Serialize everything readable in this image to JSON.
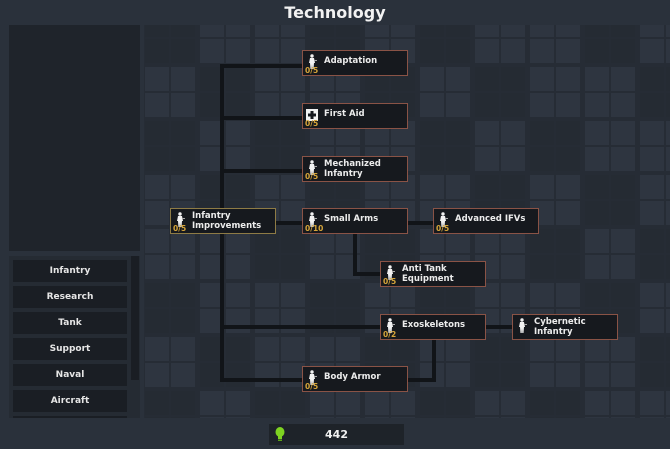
{
  "header": {
    "title": "Technology"
  },
  "sidebar": {
    "categories": [
      {
        "label": "Infantry"
      },
      {
        "label": "Research"
      },
      {
        "label": "Tank"
      },
      {
        "label": "Support"
      },
      {
        "label": "Naval"
      },
      {
        "label": "Aircraft"
      }
    ]
  },
  "tech_tree": {
    "nodes": [
      {
        "id": "infantry-improvements",
        "label": "Infantry\nImprovements",
        "progress": "0/5",
        "icon": "soldier-icon",
        "root": true
      },
      {
        "id": "adaptation",
        "label": "Adaptation",
        "progress": "0/5",
        "icon": "soldier-icon"
      },
      {
        "id": "first-aid",
        "label": "First Aid",
        "progress": "0/5",
        "icon": "medkit-icon"
      },
      {
        "id": "mechanized-infantry",
        "label": "Mechanized\nInfantry",
        "progress": "0/5",
        "icon": "soldier-icon"
      },
      {
        "id": "small-arms",
        "label": "Small Arms",
        "progress": "0/10",
        "icon": "soldier-icon"
      },
      {
        "id": "advanced-ifvs",
        "label": "Advanced IFVs",
        "progress": "0/5",
        "icon": "soldier-icon"
      },
      {
        "id": "anti-tank-equipment",
        "label": "Anti Tank\nEquipment",
        "progress": "0/5",
        "icon": "soldier-icon"
      },
      {
        "id": "exoskeletons",
        "label": "Exoskeletons",
        "progress": "0/2",
        "icon": "soldier-icon"
      },
      {
        "id": "cybernetic-infantry",
        "label": "Cybernetic\nInfantry",
        "progress": "",
        "icon": "soldier-icon"
      },
      {
        "id": "body-armor",
        "label": "Body Armor",
        "progress": "0/5",
        "icon": "soldier-icon"
      }
    ]
  },
  "footer": {
    "research_points": "442",
    "icon": "lightbulb-icon",
    "icon_color": "#7ed321"
  },
  "colors": {
    "node_border": "#8a5346",
    "root_border": "#8e7b45",
    "progress_text": "#d6a53a"
  }
}
